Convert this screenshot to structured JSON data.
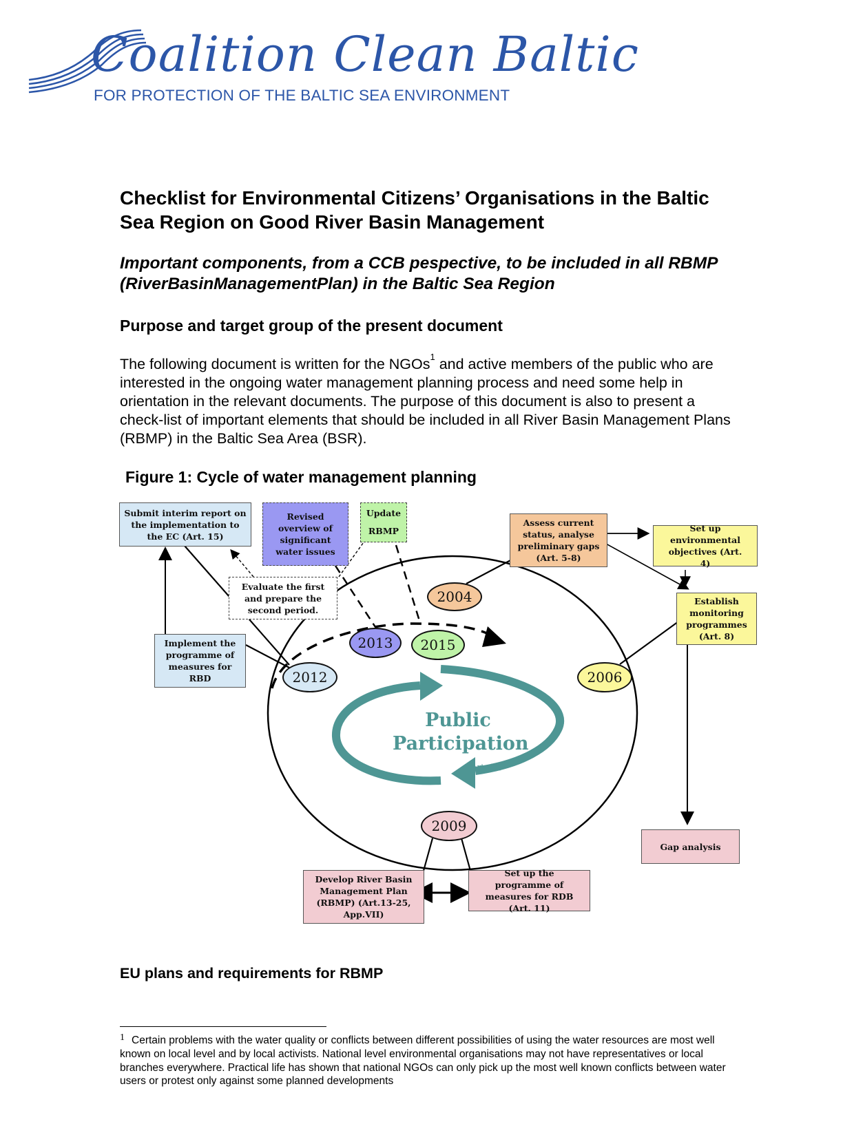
{
  "logo": {
    "wordmark": "Coalition Clean Baltic",
    "tagline": "FOR PROTECTION OF THE BALTIC SEA ENVIRONMENT",
    "color": "#2c56a8"
  },
  "document": {
    "title": "Checklist for Environmental Citizens’ Organisations in the Baltic Sea Region on Good River Basin Management",
    "subtitle": "Important components, from a CCB pespective, to be included in all RBMP (RiverBasinManagementPlan) in the Baltic Sea Region",
    "section1_heading": "Purpose and target group of the present document",
    "para1_part1": "The following document is written for the NGOs",
    "para1_fn": "1",
    "para1_part2": " and active members of the public who are interested in the ongoing water management planning process and need some help in orientation in the relevant documents. The purpose of this document is also to present a check-list of important elements that should be included in all River Basin Management Plans (RBMP)  in the Baltic Sea Area (BSR).",
    "figure_title": "Figure 1: Cycle of water management planning",
    "section2_heading": "EU plans and requirements for RBMP"
  },
  "diagram": {
    "boxes": {
      "submit": "Submit interim report on the implementation to the EC (Art. 15)",
      "revised": "Revised overview of significant water issues",
      "update": "Update RBMP",
      "assess": "Assess current status, analyse preliminary gaps (Art. 5-8)",
      "setup_objectives": "Set up environmental objectives (Art. 4)",
      "evaluate": "Evaluate the first and prepare the second period.",
      "establish": "Establish monitoring programmes (Art. 8)",
      "implement": "Implement the programme of measures for RBD",
      "gap": "Gap analysis",
      "develop": "Develop River Basin Management Plan (RBMP)  (Art.13-25, App.VII)",
      "setup_programme": "Set up the programme of measures for RDB (Art. 11)"
    },
    "years": {
      "y2004": "2004",
      "y2006": "2006",
      "y2009": "2009",
      "y2012": "2012",
      "y2013": "2013",
      "y2015": "2015"
    },
    "public_participation": "Public Participation",
    "public_participation_art": "(Art. 14)",
    "colors": {
      "blue": "#d6e8f5",
      "purple": "#9a98f2",
      "green": "#bff3a8",
      "orange": "#f5c79b",
      "yellow": "#fbf79b",
      "pink": "#f2ccd2",
      "teal": "#4e9694"
    }
  },
  "footnote": {
    "number": "1",
    "text": "Certain problems with the water quality or conflicts between different possibilities of using the water resources are most well known on local level and by local activists. National level environmental organisations may not have representatives or local branches everywhere. Practical life has shown that national NGOs can only pick up the most well known conflicts between water users or protest only against some planned developments"
  }
}
